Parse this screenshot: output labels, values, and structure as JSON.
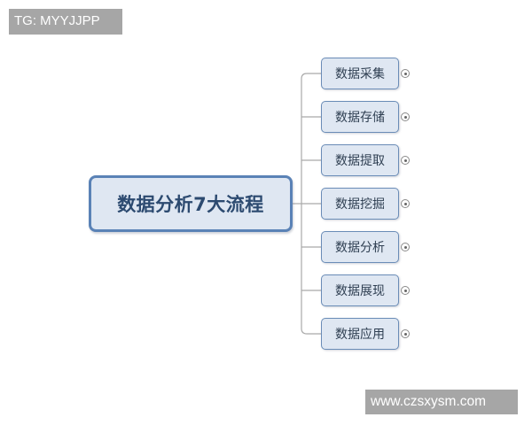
{
  "watermarks": {
    "top_left": "TG: MYYJJPP",
    "bottom_right": "www.czsxysm.com"
  },
  "mindmap": {
    "root": {
      "label": "数据分析7大流程"
    },
    "children": [
      {
        "label": "数据采集",
        "collapsed": true
      },
      {
        "label": "数据存储",
        "collapsed": true
      },
      {
        "label": "数据提取",
        "collapsed": true
      },
      {
        "label": "数据挖掘",
        "collapsed": true
      },
      {
        "label": "数据分析",
        "collapsed": true
      },
      {
        "label": "数据展现",
        "collapsed": true
      },
      {
        "label": "数据应用",
        "collapsed": true
      }
    ],
    "colors": {
      "node_fill": "#dfe7f2",
      "root_border": "#5a82b6",
      "child_border": "#6a8cb7",
      "connector": "#a9a9a9",
      "root_text": "#2c4a70"
    }
  }
}
